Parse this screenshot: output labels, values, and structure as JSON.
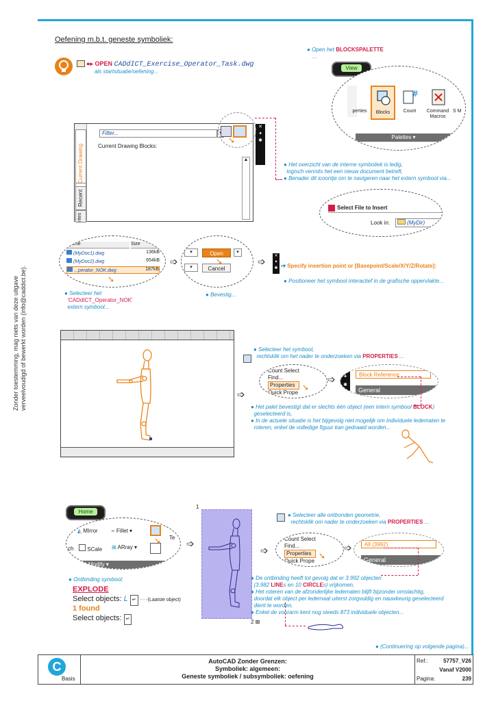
{
  "sidebar_text": [
    "Zonder toestemming, mag niets van deze uitgave",
    "verveelvoudigd of bewerkt worden (info@caddict.be)."
  ],
  "heading": "Oefening m.b.t. geneste symboliek:",
  "open_label": "OPEN",
  "open_file": "CADdICT_Exercise_Operator_Task.dwg",
  "open_subtitle": "als startsituatie/oefening...",
  "blockspalette_prefix": "Open het",
  "blockspalette_keyword": "BLOCKSPALETTE",
  "blockspalette_ellipsis": "...",
  "ribbon": {
    "tab": "View",
    "items": [
      "perties",
      "Blocks",
      "Count",
      "Command Macros",
      "S M"
    ],
    "palettes": "Palettes"
  },
  "palette": {
    "filter_placeholder": "Filter...",
    "current_blocks_label": "Current Drawing Blocks:",
    "tabs": [
      "Current Drawing",
      "Recent",
      "rites"
    ]
  },
  "note_internal": [
    "Het overzicht van de interne symboliek is ledig,",
    "logisch vermits het een nieuw document betreft,",
    "Benader dit icoontje om te navigeren naar het extern symbool via..."
  ],
  "select_file": {
    "title": "Select File to Insert",
    "lookin_label": "Look in:",
    "lookin_value": "(MyDir)"
  },
  "file_list": {
    "col_name": "Name",
    "col_size": "Size",
    "rows": [
      {
        "name": "(MyDoc1).dwg",
        "size": "136kB"
      },
      {
        "name": "(MyDoc2).dwg",
        "size": "654kB"
      },
      {
        "name": "...perator_NOK.dwg",
        "size": "187kB"
      }
    ]
  },
  "note_select_ext": [
    "Selecteer het",
    "'CADdICT_Operator_NOK'",
    "extern symbool..."
  ],
  "open_button": "Open",
  "cancel_button": "Cancel",
  "note_confirm": "Bevestig...",
  "insertion_prompt": "Specify insertion point or [Basepoint/Scale/X/Y/Z/Rotate]:",
  "note_position": "Positioneer het symbool interactief in de grafische oppervlakte...",
  "note_select_symbol": [
    "Selecteer het symbool,",
    "rechtsklik om het nader te onderzoeken via"
  ],
  "properties_kw": "PROPERTIES",
  "ellipsis": "...",
  "context_menu": [
    "Count Select",
    "Find...",
    "Properties",
    "Quick Prope"
  ],
  "block_reference": "Block Reference",
  "general": "General",
  "note_palette": [
    "Het palet bevestigt dat er slechts één object (een intern symbool",
    "geselecteerd is,",
    "In de actuele situatie is het bijgevolg niet mogelijk om individuele ledematen te",
    "roteren, enkel de volledige figuur kan gedraaid worden..."
  ],
  "block_kw": "BLOCK",
  "home_tab": "Home",
  "modify": {
    "mirror": "MIrror",
    "fillet": "Fillet",
    "scale": "SCale",
    "array": "ARray",
    "ch": "ch",
    "te": "Te",
    "label": "Modify"
  },
  "note_explode_intro": "Ontbinding symbool:",
  "explode_cmd": "EXPLODE",
  "select_objects_1": "Select objects:",
  "select_objects_L": "L",
  "laatste": "(Laatste object)",
  "found": "1 found",
  "select_objects_2": "Select objects:",
  "corner_1": "1",
  "corner_2": "2",
  "note_select_all": [
    "Selecteer alle ontbonden geometrie,",
    "rechtsklik om nader te onderzoeken via"
  ],
  "all_count": "All (3992)",
  "note_result": [
    "De ontbinding heeft tot gevolg dat er 3.992 objecten",
    "(3.982",
    "LINE",
    "s en 10",
    "CIRCLE",
    "s) vrijkomen,",
    "Het roteren van de afzonderlijke ledematen blijft bijzonder omslachtig,",
    "doordat elk object per ledemaat uiterst zorgvuldig en nauwkeurig geselecteerd",
    "dient te worden,",
    "Enkel de voorarm kent nog steeds 873 individuele objecten..."
  ],
  "continuing": "(Continuering op volgende pagina)...",
  "footer": {
    "brand": "Basis",
    "title_1": "AutoCAD Zonder Grenzen:",
    "title_2": "Symboliek: algemeen:",
    "title_3": "Geneste symboliek / subsymboliek: oefening",
    "ref_label": "Ref.:",
    "ref_value": "57757_V26",
    "version": "Vanaf V2000",
    "page_label": "Pagina:",
    "page_value": "239"
  },
  "colors": {
    "accent": "#22a6d9",
    "keyword": "#d41c4a",
    "note": "#1a8fc8",
    "orange": "#e8831a"
  }
}
